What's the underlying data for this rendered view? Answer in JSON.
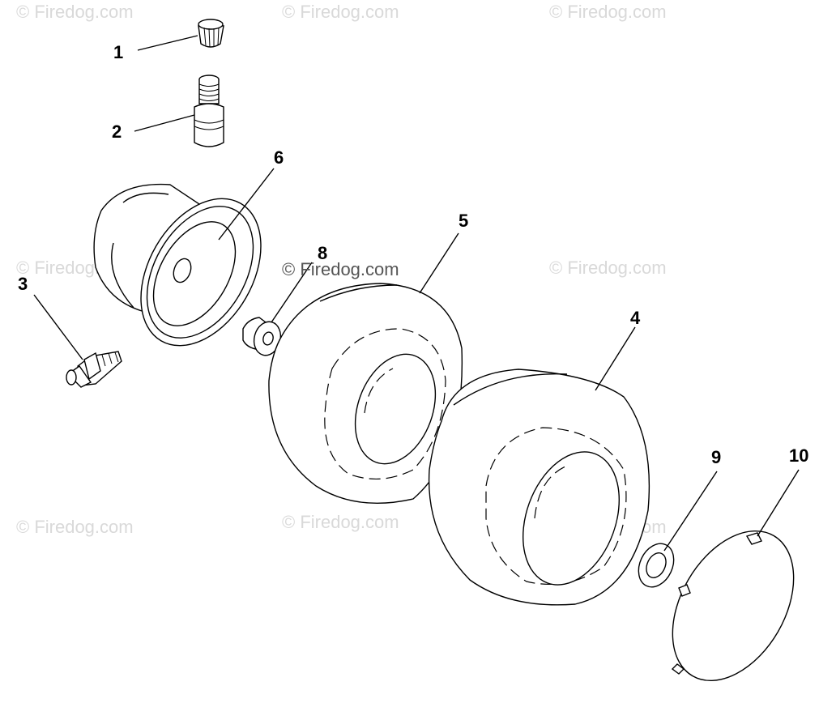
{
  "watermark": {
    "text": "© Firedog.com",
    "color": "#d9d9d9"
  },
  "callouts": [
    "1",
    "2",
    "3",
    "4",
    "5",
    "6",
    "8",
    "9",
    "10"
  ],
  "parts": [
    {
      "callout": "1",
      "icon": "valve-cap-icon"
    },
    {
      "callout": "2",
      "icon": "valve-stem-icon"
    },
    {
      "callout": "3",
      "icon": "grease-fitting-icon"
    },
    {
      "callout": "4",
      "icon": "tire-icon"
    },
    {
      "callout": "5",
      "icon": "tire-icon"
    },
    {
      "callout": "6",
      "icon": "wheel-rim-icon"
    },
    {
      "callout": "8",
      "icon": "bushing-icon"
    },
    {
      "callout": "9",
      "icon": "washer-icon"
    },
    {
      "callout": "10",
      "icon": "hub-cap-icon"
    }
  ]
}
